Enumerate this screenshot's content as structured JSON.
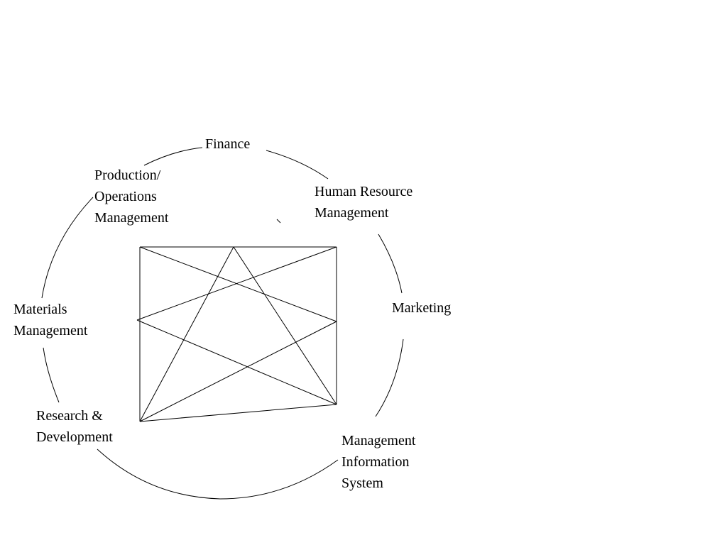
{
  "diagram": {
    "line_color": "#000000",
    "background": "#ffffff",
    "nodes": [
      {
        "id": "finance",
        "lines": [
          "Finance"
        ]
      },
      {
        "id": "hrm",
        "lines": [
          "Human Resource",
          "Management"
        ]
      },
      {
        "id": "marketing",
        "lines": [
          "Marketing"
        ]
      },
      {
        "id": "mis",
        "lines": [
          "Management",
          "Information",
          "System"
        ]
      },
      {
        "id": "rnd",
        "lines": [
          "Research &",
          "Development"
        ]
      },
      {
        "id": "materials",
        "lines": [
          "Materials",
          "Management"
        ]
      },
      {
        "id": "production",
        "lines": [
          "Production/",
          "Operations",
          "Management"
        ]
      }
    ]
  }
}
